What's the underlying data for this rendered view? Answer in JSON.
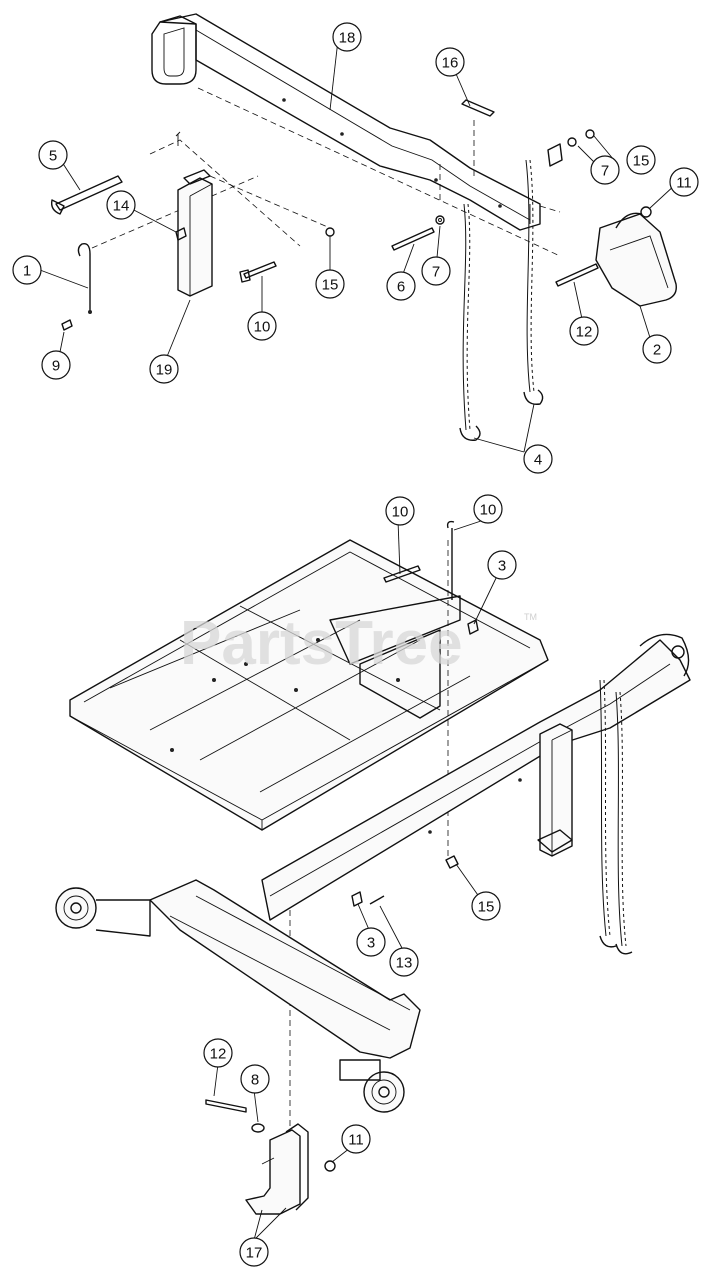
{
  "watermark": {
    "text": "PartsTree",
    "tm": "TM"
  },
  "callouts": [
    {
      "id": "c18a",
      "label": "18"
    },
    {
      "id": "c16",
      "label": "16"
    },
    {
      "id": "c5",
      "label": "5"
    },
    {
      "id": "c14",
      "label": "14"
    },
    {
      "id": "c7a",
      "label": "7"
    },
    {
      "id": "c15a",
      "label": "15"
    },
    {
      "id": "c11a",
      "label": "11"
    },
    {
      "id": "c1",
      "label": "1"
    },
    {
      "id": "c15b",
      "label": "15"
    },
    {
      "id": "c6",
      "label": "6"
    },
    {
      "id": "c7b",
      "label": "7"
    },
    {
      "id": "c10a",
      "label": "10"
    },
    {
      "id": "c12a",
      "label": "12"
    },
    {
      "id": "c2",
      "label": "2"
    },
    {
      "id": "c9",
      "label": "9"
    },
    {
      "id": "c19",
      "label": "19"
    },
    {
      "id": "c4",
      "label": "4"
    },
    {
      "id": "c10b",
      "label": "10"
    },
    {
      "id": "c10c",
      "label": "10"
    },
    {
      "id": "c3a",
      "label": "3"
    },
    {
      "id": "c15c",
      "label": "15"
    },
    {
      "id": "c3b",
      "label": "3"
    },
    {
      "id": "c13",
      "label": "13"
    },
    {
      "id": "c12b",
      "label": "12"
    },
    {
      "id": "c8",
      "label": "8"
    },
    {
      "id": "c11b",
      "label": "11"
    },
    {
      "id": "c17",
      "label": "17"
    }
  ]
}
